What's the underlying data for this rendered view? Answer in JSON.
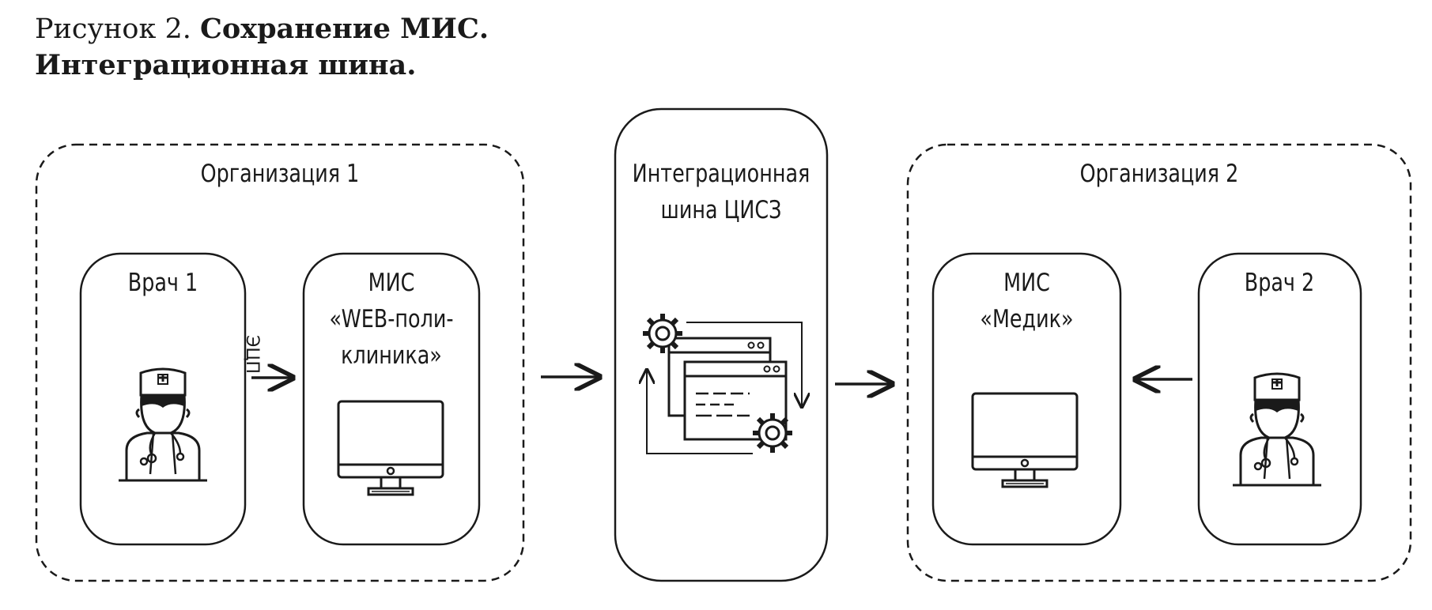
{
  "caption": {
    "prefix": "Рисунок 2.",
    "title_line1": "Сохранение МИС.",
    "title_line2": "Интеграционная шина."
  },
  "org1": {
    "title": "Организация 1",
    "doctor": "Врач 1",
    "signature_label": "ЭЦП",
    "mis_line1": "МИС",
    "mis_line2": "«WEB-поли-",
    "mis_line3": "клиника»"
  },
  "bus": {
    "line1": "Интеграционная",
    "line2": "шина ЦИСЗ"
  },
  "org2": {
    "title": "Организация 2",
    "mis_line1": "МИС",
    "mis_line2": "«Медик»",
    "doctor": "Врач 2"
  },
  "icons": {
    "doctor": "doctor-icon",
    "monitor": "monitor-icon",
    "integration": "integration-gears-windows-icon",
    "arrow": "arrow-icon"
  },
  "colors": {
    "stroke": "#1a1a1a",
    "background": "#ffffff"
  }
}
